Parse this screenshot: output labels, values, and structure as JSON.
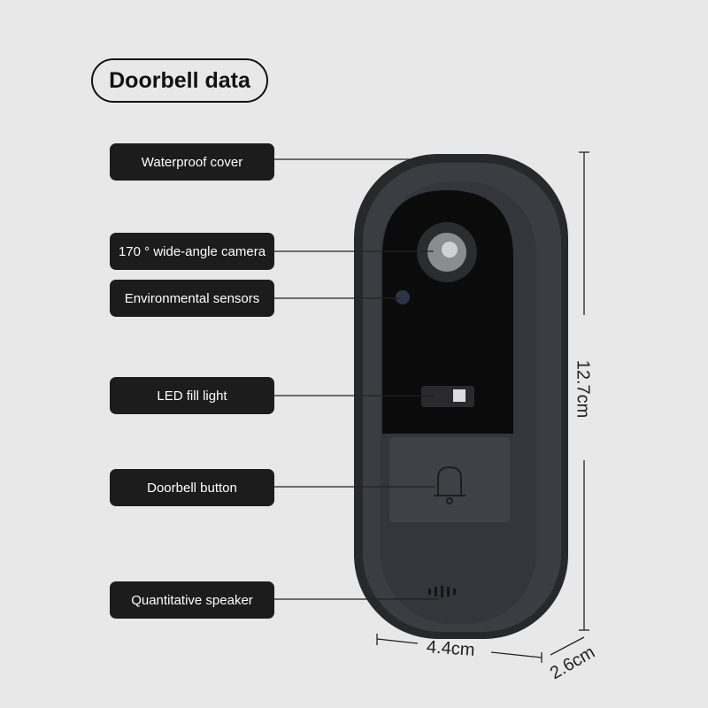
{
  "title": "Doorbell data",
  "labels": {
    "waterproof_cover": "Waterproof cover",
    "camera": "170 ° wide-angle camera",
    "sensors": "Environmental sensors",
    "led": "LED fill light",
    "button": "Doorbell button",
    "speaker": "Quantitative speaker"
  },
  "dimensions": {
    "height": "12.7cm",
    "width": "4.4cm",
    "depth": "2.6cm"
  },
  "colors": {
    "background": "#e8e8e8",
    "label_bg": "#1c1c1c",
    "device_body": "#2f3134"
  }
}
